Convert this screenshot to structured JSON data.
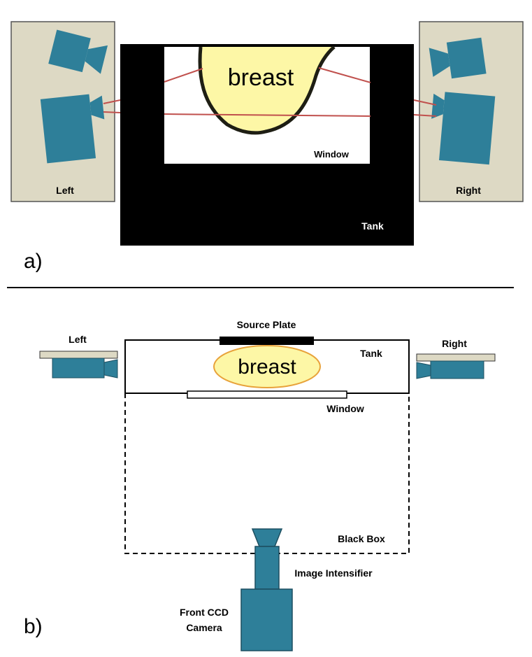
{
  "panel_a": {
    "panel_label": "a)",
    "left_label": "Left",
    "right_label": "Right",
    "tank_label": "Tank",
    "window_label": "Window",
    "breast_label": "breast"
  },
  "panel_b": {
    "panel_label": "b)",
    "left_label": "Left",
    "right_label": "Right",
    "source_plate_label": "Source Plate",
    "tank_label": "Tank",
    "breast_label": "breast",
    "window_label": "Window",
    "black_box_label": "Black Box",
    "intensifier_label": "Image Intensifier",
    "front_camera_label_line1": "Front CCD",
    "front_camera_label_line2": "Camera"
  },
  "colors": {
    "camera_teal": "#2e7f99",
    "panel_beige": "#ddd9c4",
    "breast_fill": "#fdf7a6",
    "breast_outline": "#e8a23a",
    "laser_red": "#c0504d",
    "tank_black": "#000000"
  }
}
